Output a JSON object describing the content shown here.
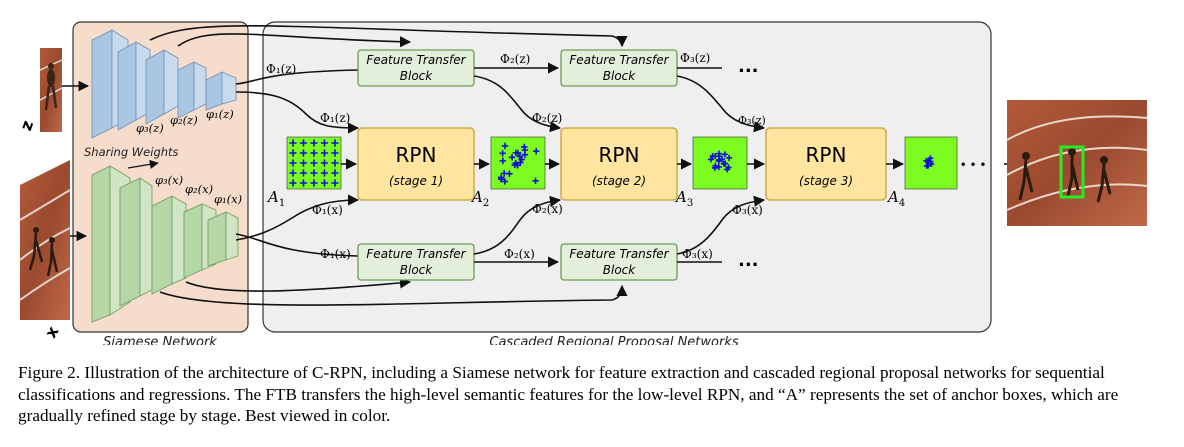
{
  "labels": {
    "siamese": "Siamese Network",
    "cascaded": "Cascaded Regional Proposal Networks",
    "sharing": "Sharing Weights",
    "z": "z",
    "x": "x",
    "dots": "...",
    "tail_dots": "• • •"
  },
  "ftb": {
    "line1": "Feature Transfer",
    "line2": "Block"
  },
  "rpn": {
    "title": "RPN",
    "stage1": "(stage 1)",
    "stage2": "(stage 2)",
    "stage3": "(stage 3)"
  },
  "anchors": {
    "a1": "A",
    "a1s": "1",
    "a2": "A",
    "a2s": "2",
    "a3": "A",
    "a3s": "3",
    "a4": "A",
    "a4s": "4"
  },
  "math": {
    "phi1z": "φ₁(z)",
    "phi2z": "φ₂(z)",
    "phi3z": "φ₃(z)",
    "phi1x": "φ₁(x)",
    "phi2x": "φ₂(x)",
    "phi3x": "φ₃(x)",
    "Phi1z": "Φ₁(z)",
    "Phi2z": "Φ₂(z)",
    "Phi3z": "Φ₃(z)",
    "Phi1x": "Φ₁(x)",
    "Phi2x": "Φ₂(x)",
    "Phi3x": "Φ₃(x)"
  },
  "caption": "Figure 2. Illustration of the architecture of C-RPN, including a Siamese network for feature extraction and cascaded regional proposal networks for sequential classifications and regressions. The FTB transfers the high-level semantic features for the low-level RPN, and “A” represents the set of anchor boxes, which are gradually refined stage by stage. Best viewed in color.",
  "colors": {
    "siamese_bg": "#f6dccb",
    "cascade_bg": "#efefef",
    "ftb_fill": "#e3efda",
    "ftb_stroke": "#6e9a58",
    "rpn_fill": "#ffe59f",
    "rpn_stroke": "#c9a030",
    "anchor_bg": "#7dfc22",
    "anchor_mark": "#1010d0",
    "template_blue": "#a9c6e3",
    "search_green": "#b5d7a6",
    "bbox": "#22ee22"
  }
}
